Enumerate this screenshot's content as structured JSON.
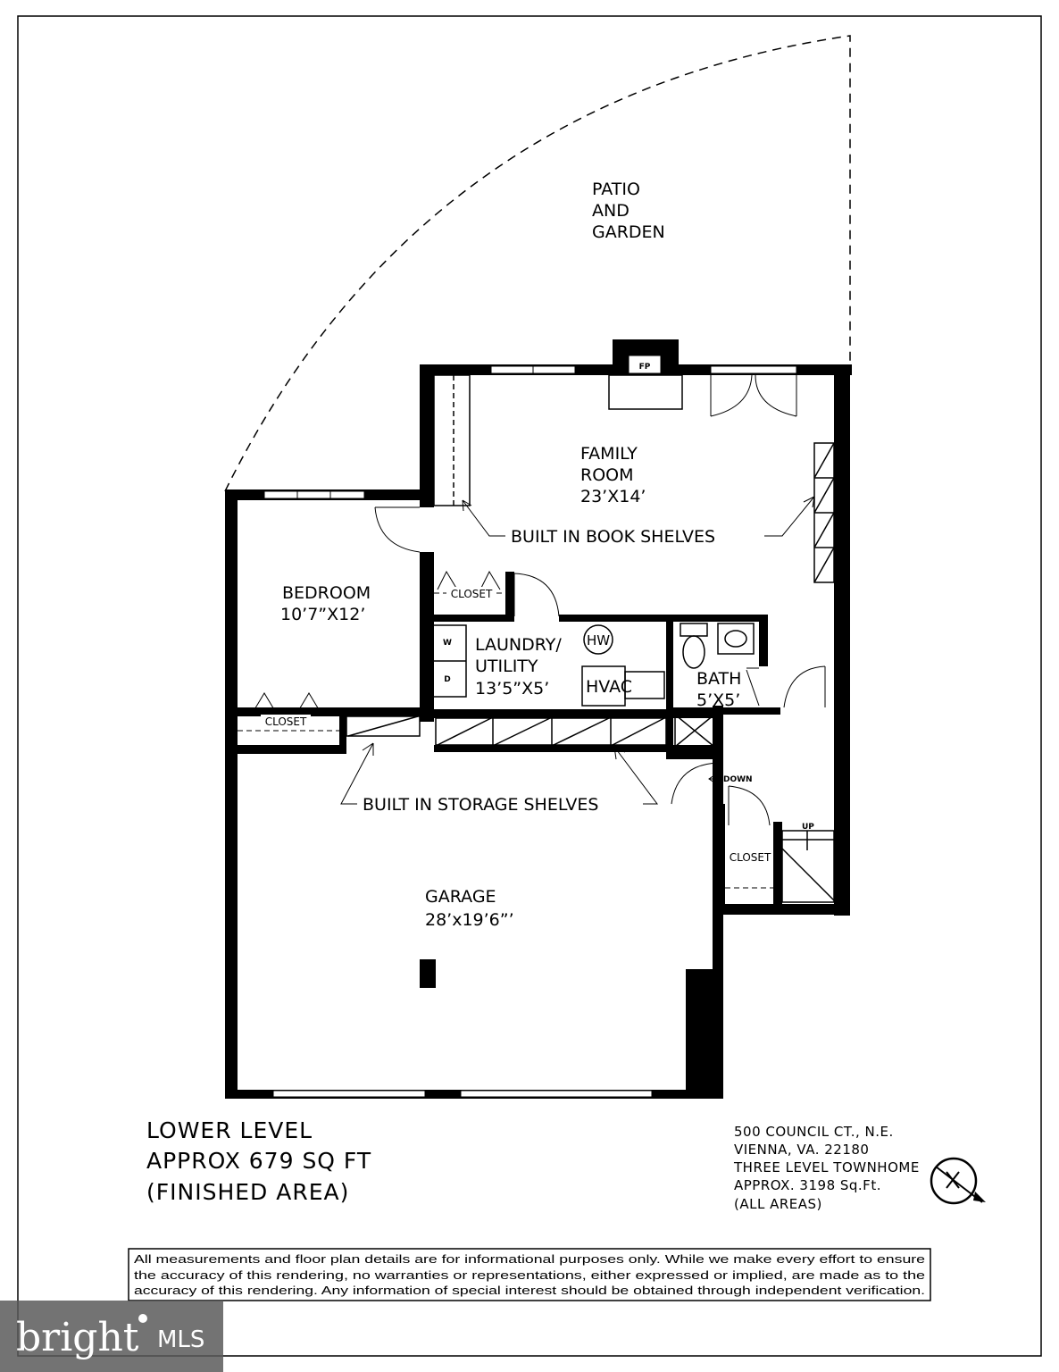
{
  "rooms": {
    "patio": [
      "PATIO",
      "AND",
      "GARDEN"
    ],
    "family": [
      "FAMILY",
      "ROOM",
      "23’X14’"
    ],
    "bedroom": [
      "BEDROOM",
      "10’7”X12’"
    ],
    "laundry": [
      "LAUNDRY/",
      "UTILITY",
      "13’5”X5’"
    ],
    "bath": [
      "BATH",
      "5’X5’"
    ],
    "garage": [
      "GARAGE",
      "28’x19’6”’"
    ]
  },
  "fixtures": {
    "fireplace": "FP",
    "hot_water": "HW",
    "hvac": "HVAC",
    "washer": "W",
    "dryer": "D",
    "closet_upper": "CLOSET",
    "closet_left": "CLOSET",
    "closet_right": "CLOSET",
    "down": "DOWN",
    "up": "UP"
  },
  "callouts": {
    "book_shelves": "BUILT IN BOOK SHELVES",
    "storage_shelves": "BUILT IN STORAGE SHELVES"
  },
  "level": {
    "line1": "LOWER LEVEL",
    "line2": "APPROX 679 SQ FT",
    "line3": "(FINISHED AREA)"
  },
  "address": {
    "line1": "500 COUNCIL CT., N.E.",
    "line2": "VIENNA, VA.   22180",
    "line3": "THREE LEVEL TOWNHOME",
    "line4": "APPROX. 3198 Sq.Ft.",
    "line5": "(ALL AREAS)"
  },
  "disclaimer": {
    "line1": "All measurements and floor plan details are for informational purposes only. While we make every effort to ensure",
    "line2": "the accuracy of this rendering, no warranties or representations, either expressed or implied, are made as to the",
    "line3": "accuracy of this rendering. Any information of special interest should be obtained through independent verification."
  },
  "watermark": {
    "brand": "bright",
    "suffix": "MLS"
  }
}
